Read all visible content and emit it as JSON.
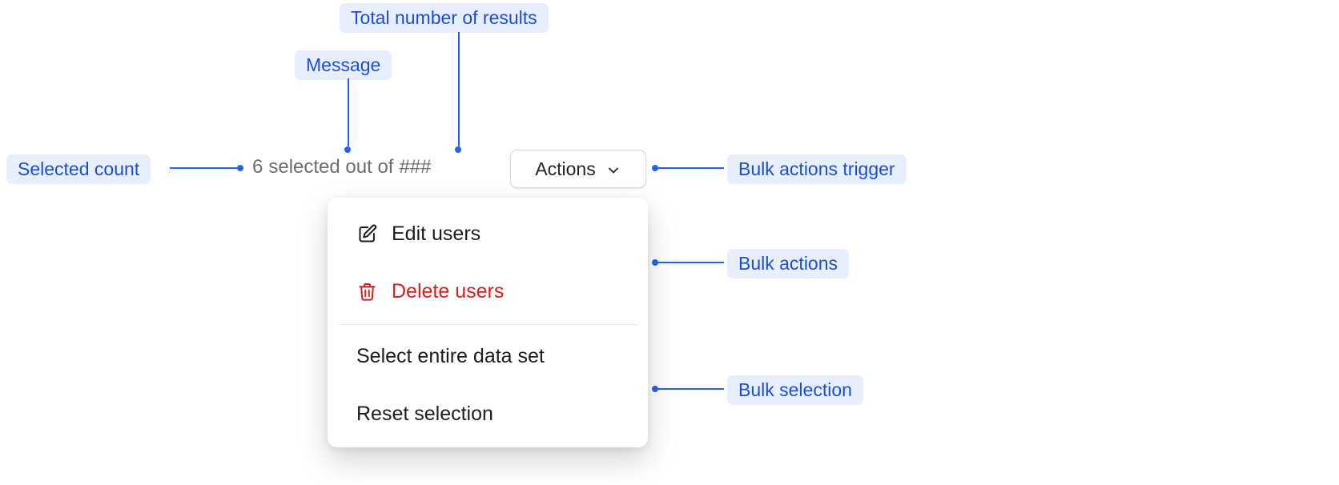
{
  "colors": {
    "accent": "#1d4ed8",
    "accent_soft": "#e8effc",
    "connector": "#2563eb",
    "message_text": "#6e6b75",
    "menu_text": "#1c1c22",
    "danger": "#d6201f",
    "button_border": "#d7d7dd",
    "divider": "#e7e7ea"
  },
  "callouts": {
    "total_results": "Total number of results",
    "message": "Message",
    "selected_count": "Selected count",
    "bulk_actions_trigger": "Bulk actions trigger",
    "bulk_actions": "Bulk actions",
    "bulk_selection": "Bulk selection"
  },
  "selection_bar": {
    "count": "6",
    "message": "selected out of",
    "total_placeholder": "###",
    "actions_button": "Actions"
  },
  "menu": {
    "items": [
      {
        "label": "Edit users",
        "icon": "edit-icon",
        "variant": "default"
      },
      {
        "label": "Delete users",
        "icon": "trash-icon",
        "variant": "danger"
      },
      {
        "label": "Select entire data set",
        "variant": "default"
      },
      {
        "label": "Reset selection",
        "variant": "default"
      }
    ]
  }
}
